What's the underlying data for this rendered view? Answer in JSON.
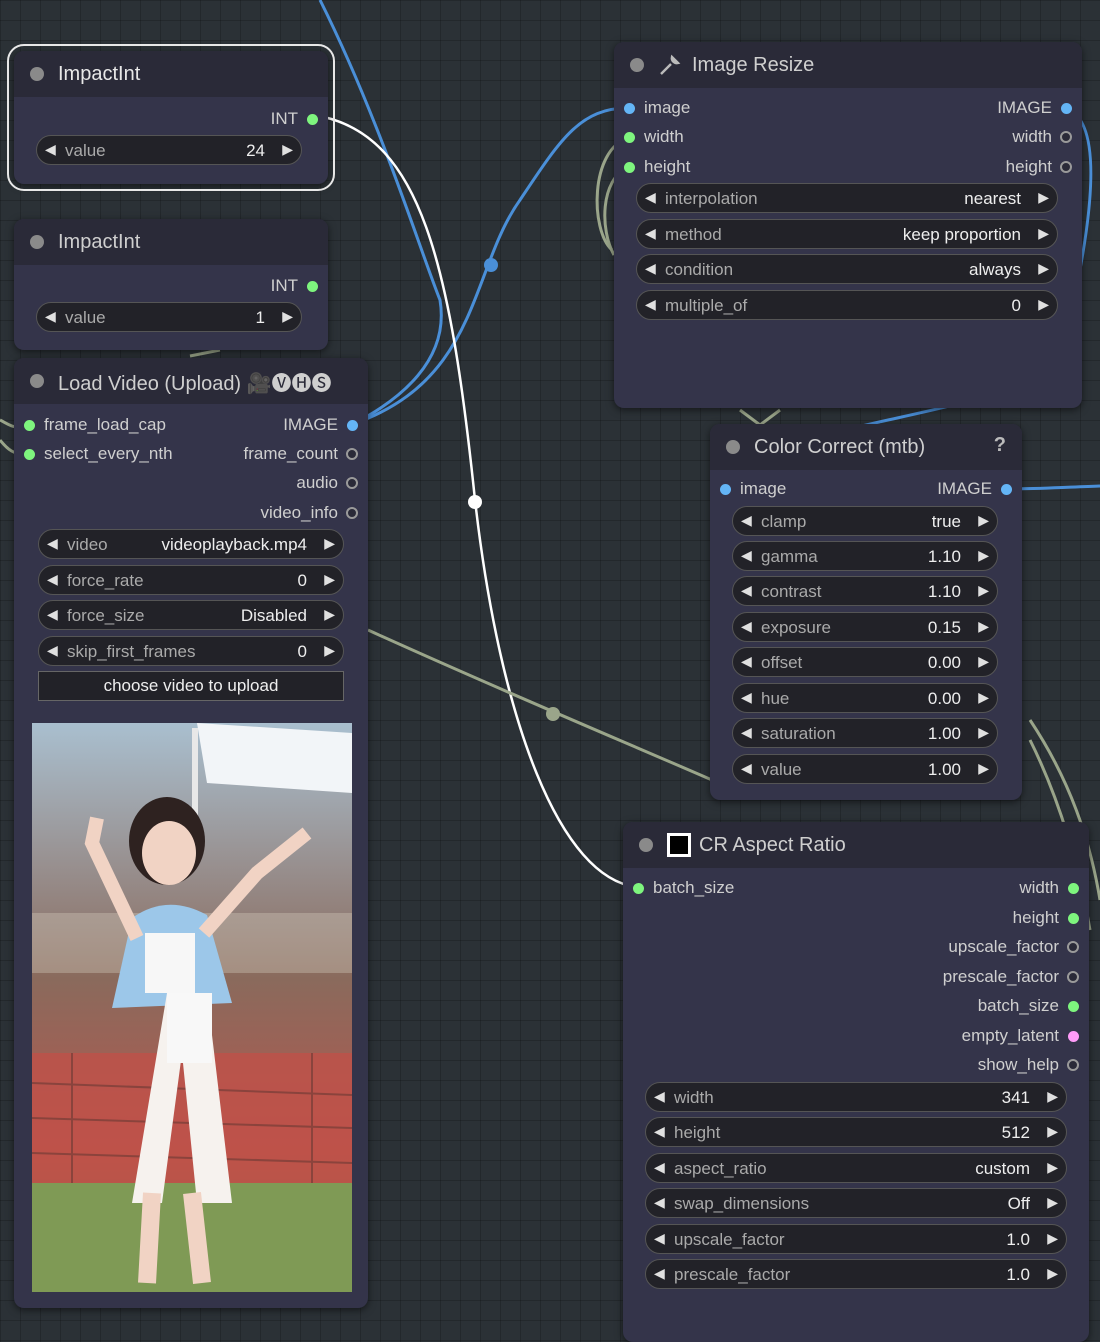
{
  "nodes": {
    "impact_int_1": {
      "title": "ImpactInt",
      "output": "INT",
      "widget": {
        "label": "value",
        "value": "24"
      }
    },
    "impact_int_2": {
      "title": "ImpactInt",
      "output": "INT",
      "widget": {
        "label": "value",
        "value": "1"
      }
    },
    "load_video": {
      "title": "Load Video (Upload) 🎥🅥🅗🅢",
      "inputs": [
        "frame_load_cap",
        "select_every_nth"
      ],
      "outputs": [
        "IMAGE",
        "frame_count",
        "audio",
        "video_info"
      ],
      "widgets": [
        {
          "label": "video",
          "value": "videoplayback.mp4"
        },
        {
          "label": "force_rate",
          "value": "0"
        },
        {
          "label": "force_size",
          "value": "Disabled"
        },
        {
          "label": "skip_first_frames",
          "value": "0"
        }
      ],
      "upload_button": "choose video to upload"
    },
    "image_resize": {
      "title": "Image Resize",
      "icon": "wrench-icon",
      "inputs": [
        "image",
        "width",
        "height"
      ],
      "outputs": [
        "IMAGE",
        "width",
        "height"
      ],
      "widgets": [
        {
          "label": "interpolation",
          "value": "nearest"
        },
        {
          "label": "method",
          "value": "keep proportion"
        },
        {
          "label": "condition",
          "value": "always"
        },
        {
          "label": "multiple_of",
          "value": "0"
        }
      ]
    },
    "color_correct": {
      "title": "Color Correct (mtb)",
      "help": "?",
      "inputs": [
        "image"
      ],
      "outputs": [
        "IMAGE"
      ],
      "widgets": [
        {
          "label": "clamp",
          "value": "true"
        },
        {
          "label": "gamma",
          "value": "1.10"
        },
        {
          "label": "contrast",
          "value": "1.10"
        },
        {
          "label": "exposure",
          "value": "0.15"
        },
        {
          "label": "offset",
          "value": "0.00"
        },
        {
          "label": "hue",
          "value": "0.00"
        },
        {
          "label": "saturation",
          "value": "1.00"
        },
        {
          "label": "value",
          "value": "1.00"
        }
      ]
    },
    "cr_aspect_ratio": {
      "title": "CR Aspect Ratio",
      "icon": "black-square-icon",
      "inputs": [
        "batch_size"
      ],
      "outputs": [
        "width",
        "height",
        "upscale_factor",
        "prescale_factor",
        "batch_size",
        "empty_latent",
        "show_help"
      ],
      "widgets": [
        {
          "label": "width",
          "value": "341"
        },
        {
          "label": "height",
          "value": "512"
        },
        {
          "label": "aspect_ratio",
          "value": "custom"
        },
        {
          "label": "swap_dimensions",
          "value": "Off"
        },
        {
          "label": "upscale_factor",
          "value": "1.0"
        },
        {
          "label": "prescale_factor",
          "value": "1.0"
        }
      ]
    }
  },
  "colors": {
    "canvas": "#2b3136",
    "node_body": "#34344a",
    "node_header": "#2a2a38",
    "int_slot": "#7ef57e",
    "image_slot": "#64b5f6",
    "latent_slot": "#ff9cf9",
    "image_wire": "#4a90d9",
    "int_wire": "#ffffff",
    "misc_wire": "#9aa58a"
  }
}
